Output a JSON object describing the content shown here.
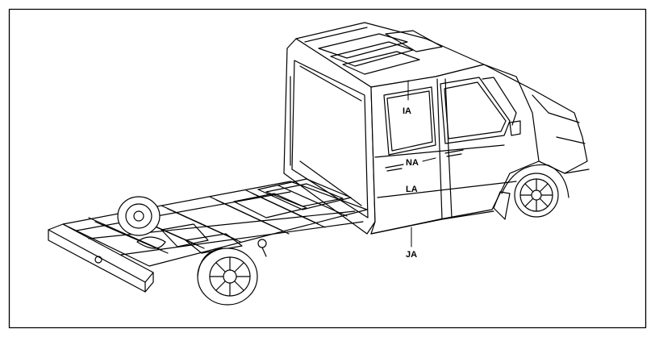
{
  "labels": {
    "ia": "IA",
    "na": "NA",
    "la": "LA",
    "ja": "JA"
  },
  "colors": {
    "line": "#000000",
    "background": "#ffffff"
  }
}
